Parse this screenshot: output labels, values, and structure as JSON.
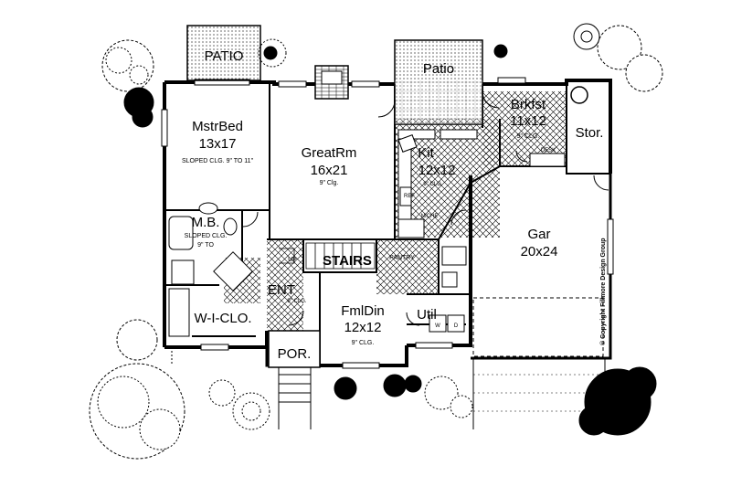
{
  "rooms": {
    "patio_left": {
      "name": "PATIO"
    },
    "master_bed": {
      "name": "MstrBed",
      "size": "13x17",
      "note": "SLOPED CLG. 9\" TO 11\""
    },
    "master_bath": {
      "name": "M.B.",
      "note": "SLOPED CLG.",
      "note2": "9\" TO"
    },
    "walk_in_closet": {
      "name": "W-I-CLO."
    },
    "great_room": {
      "name": "GreatRm",
      "size": "16x21",
      "note": "9\" Clg."
    },
    "patio_center": {
      "name": "Patio"
    },
    "breakfast": {
      "name": "Brkfst",
      "size": "11x12",
      "note": "9\" CLG."
    },
    "desk": {
      "name": "DESK"
    },
    "storage": {
      "name": "Stor."
    },
    "kitchen": {
      "name": "Kit",
      "size": "12x12",
      "note": "9\" CLG."
    },
    "ref": {
      "name": "REF"
    },
    "niche": {
      "name": "NICHE"
    },
    "garage": {
      "name": "Gar",
      "size": "20x24"
    },
    "stairs": {
      "name": "STAIRS"
    },
    "up": {
      "name": "UP"
    },
    "pantry": {
      "name": "PANTRY"
    },
    "entry": {
      "name": "ENT",
      "note": "9\" CLG."
    },
    "formal_dining": {
      "name": "FmlDin",
      "size": "12x12",
      "note": "9\" CLG."
    },
    "utility": {
      "name": "Util"
    },
    "washer": {
      "name": "W"
    },
    "dryer": {
      "name": "D"
    },
    "porch": {
      "name": "POR."
    }
  },
  "copyright": "© Copyright Fillmore Design Group"
}
